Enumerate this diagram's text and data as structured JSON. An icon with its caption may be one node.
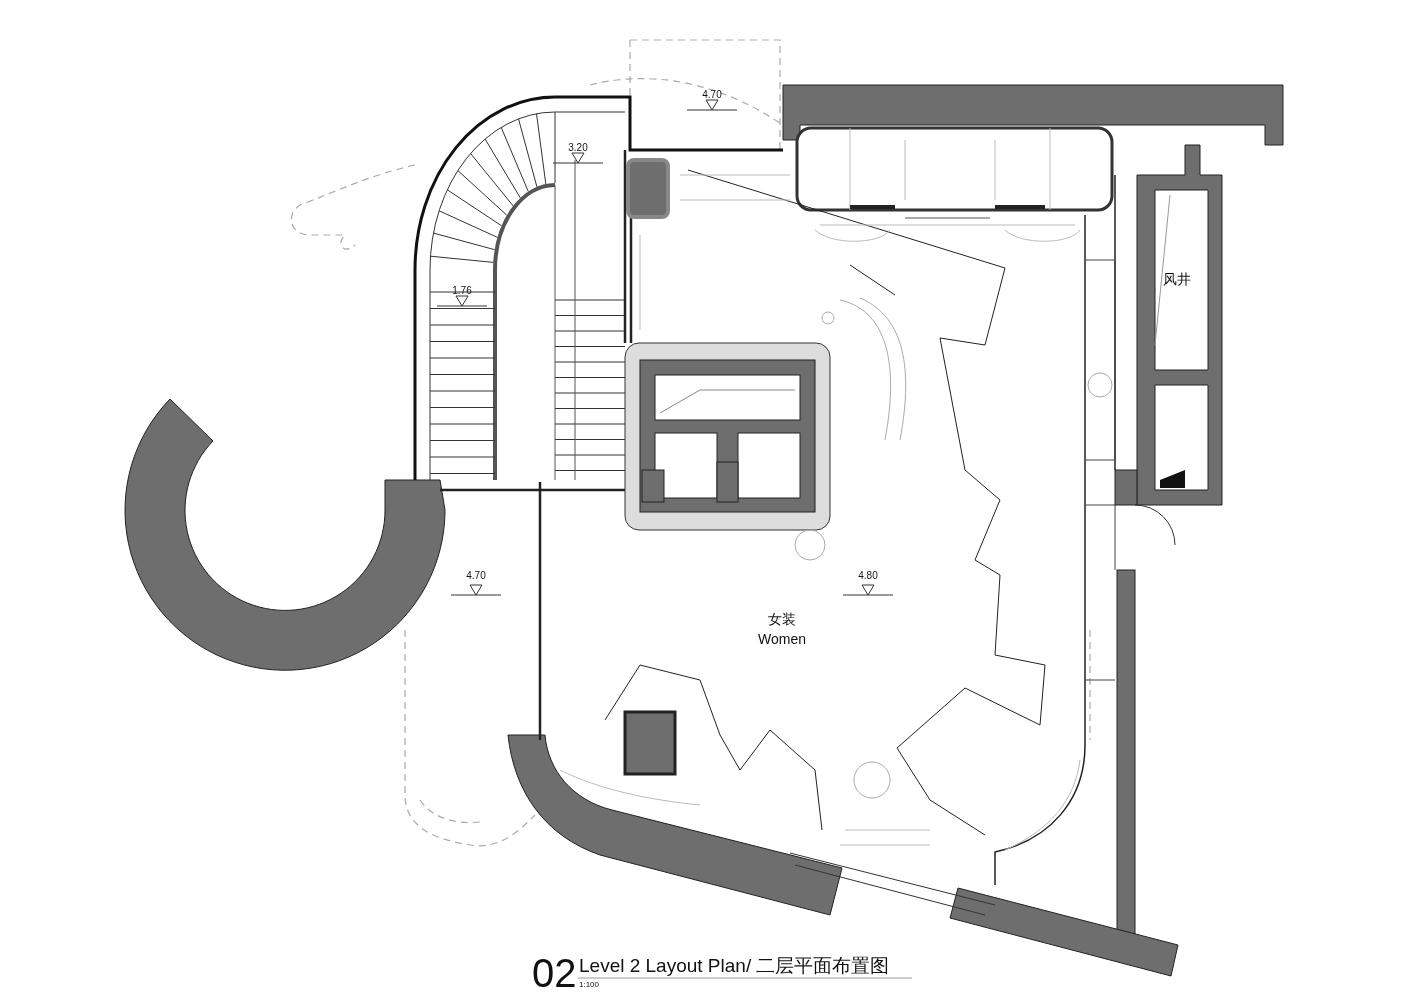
{
  "diagram": {
    "title": "Level 2 Layout Plan/ 二层平面布置图",
    "labels": [
      "4.70",
      "3.20",
      "风井",
      "1.76",
      "4.70",
      "4.80",
      "女装",
      "Women",
      "02",
      "1:100"
    ]
  }
}
